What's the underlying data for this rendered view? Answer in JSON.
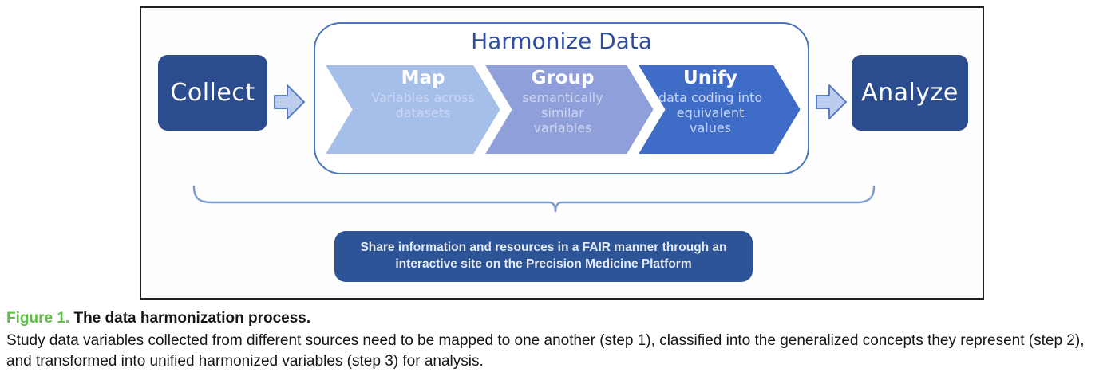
{
  "figure": {
    "collect_label": "Collect",
    "analyze_label": "Analyze",
    "harmonize": {
      "title": "Harmonize Data",
      "steps": [
        {
          "label": "Map",
          "description": "Variables across datasets"
        },
        {
          "label": "Group",
          "description": "semantically similar variables"
        },
        {
          "label": "Unify",
          "description": "data coding into equivalent values"
        }
      ]
    },
    "share_note": "Share information and resources in a FAIR manner through an interactive site on the Precision Medicine Platform"
  },
  "caption": {
    "label": "Figure 1.",
    "title": "The data harmonization process.",
    "body": "Study data variables collected from different sources need to be mapped to one another (step 1), classified into the generalized concepts they represent (step 2), and transformed into unified harmonized variables (step 3) for analysis."
  },
  "colors": {
    "node_fill": "#2b4c8e",
    "share_fill": "#2d5496",
    "chevron_map": "#a6bfe9",
    "chevron_group": "#8f9fda",
    "chevron_unify": "#3f6cc6",
    "arrow_fill": "#bccced",
    "arrow_stroke": "#5b7ec0",
    "harmonize_border": "#4a74ba",
    "brace_stroke": "#7e9ad0",
    "figure_label_green": "#5fbc47"
  }
}
